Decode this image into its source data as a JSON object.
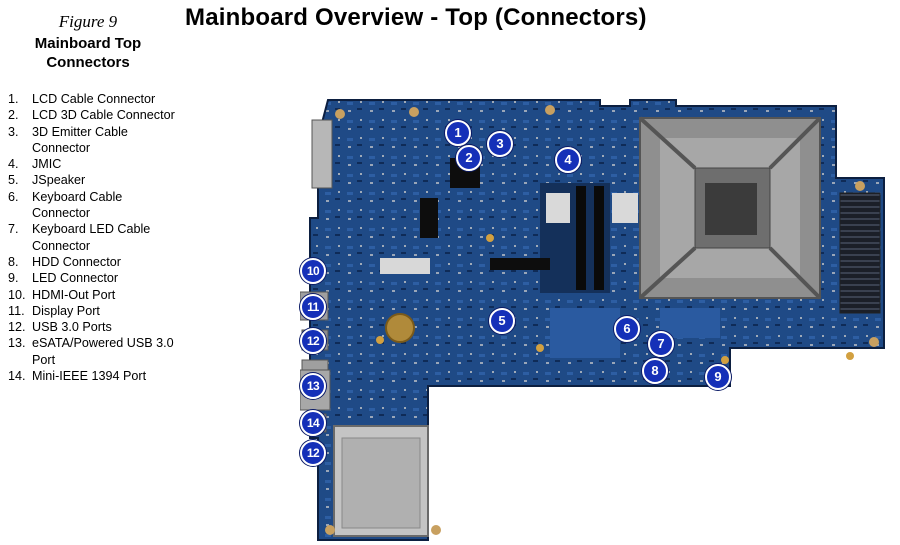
{
  "caption": {
    "figure_label": "Figure 9",
    "figure_title": "Mainboard Top Connectors"
  },
  "page_title": "Mainboard Overview - Top (Connectors)",
  "legend": [
    {
      "num": "1.",
      "label": "LCD Cable Connector"
    },
    {
      "num": "2.",
      "label": "LCD 3D Cable Connector"
    },
    {
      "num": "3.",
      "label": "3D Emitter Cable Connector"
    },
    {
      "num": "4.",
      "label": "JMIC"
    },
    {
      "num": "5.",
      "label": "JSpeaker"
    },
    {
      "num": "6.",
      "label": "Keyboard Cable Connector"
    },
    {
      "num": "7.",
      "label": "Keyboard LED Cable Connector"
    },
    {
      "num": "8.",
      "label": "HDD Connector"
    },
    {
      "num": "9.",
      "label": "LED  Connector"
    },
    {
      "num": "10.",
      "label": "HDMI-Out Port"
    },
    {
      "num": "11.",
      "label": "Display Port"
    },
    {
      "num": "12.",
      "label": "USB 3.0 Ports"
    },
    {
      "num": "13.",
      "label": "eSATA/Powered USB 3.0 Port"
    },
    {
      "num": "14.",
      "label": "Mini-IEEE 1394 Port"
    }
  ],
  "callouts": [
    "1",
    "2",
    "3",
    "4",
    "5",
    "6",
    "7",
    "8",
    "9",
    "10",
    "11",
    "12",
    "13",
    "14",
    "12"
  ],
  "colors": {
    "pcb": "#1f4a86",
    "pcb_dark": "#163a6e",
    "callout_fill": "#1530b8",
    "heatsink": "#9a9a9a",
    "ram": "#c9b98a",
    "silver": "#b8b8b8"
  }
}
